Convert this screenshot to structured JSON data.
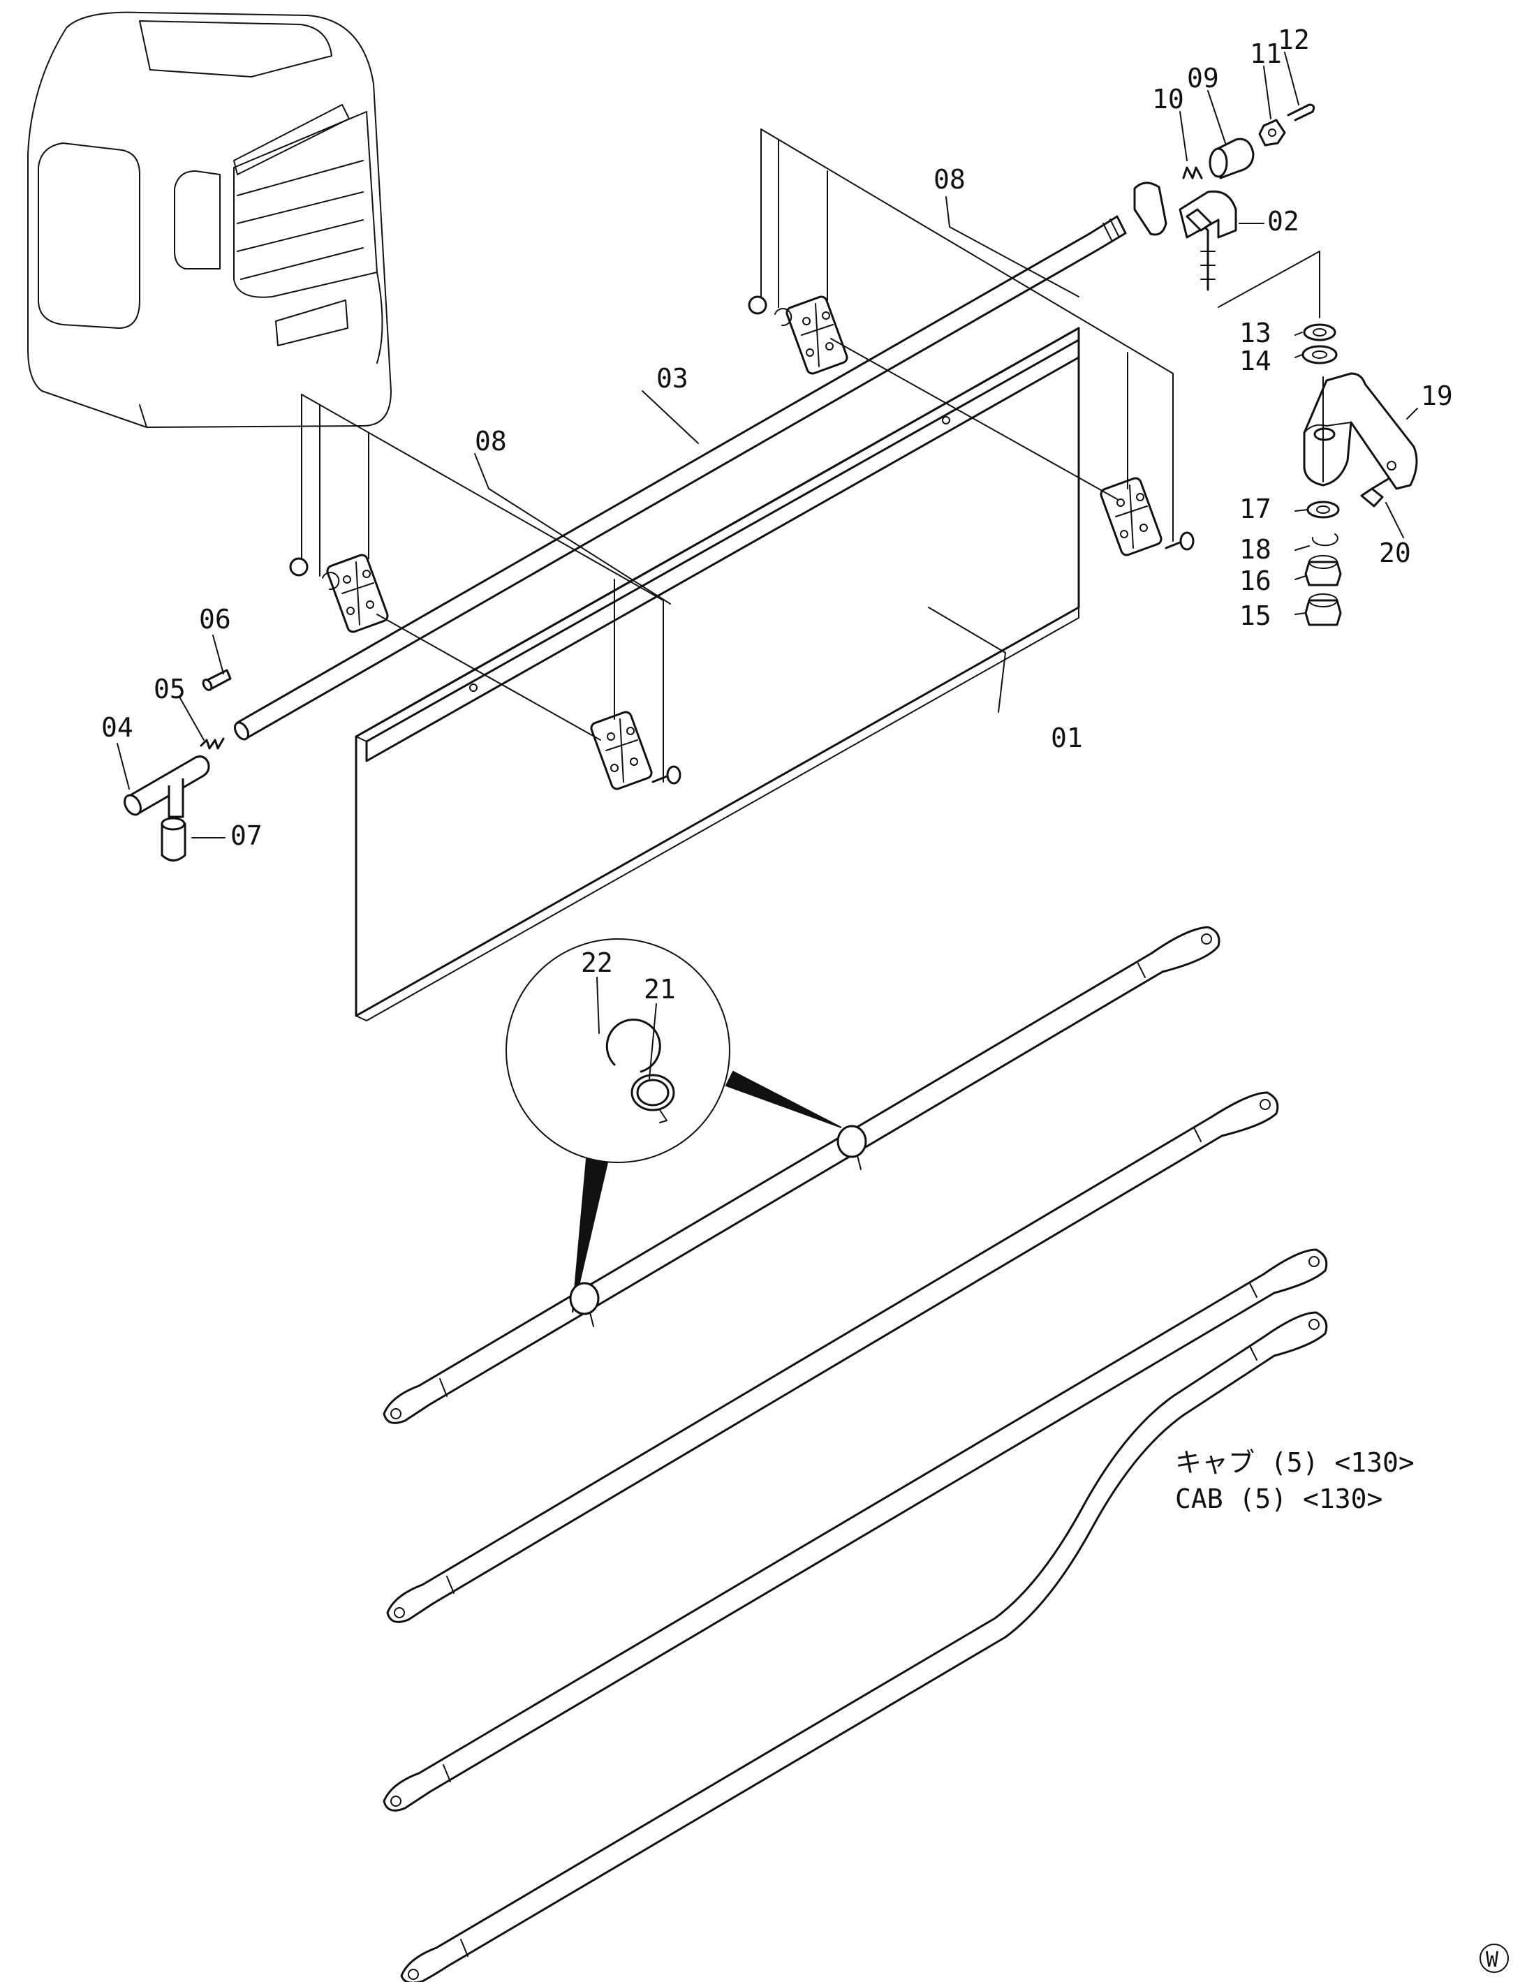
{
  "parts": {
    "p01": "01",
    "p02": "02",
    "p03": "03",
    "p04": "04",
    "p05": "05",
    "p06": "06",
    "p07": "07",
    "p08a": "08",
    "p08b": "08",
    "p09": "09",
    "p10": "10",
    "p11": "11",
    "p12": "12",
    "p13": "13",
    "p14": "14",
    "p15": "15",
    "p16": "16",
    "p17": "17",
    "p18": "18",
    "p19": "19",
    "p20": "20",
    "p21": "21",
    "p22": "22"
  },
  "reference": {
    "jp": "キャブ (5) <130>",
    "en": "CAB (5) <130>"
  },
  "corner_mark": "W"
}
